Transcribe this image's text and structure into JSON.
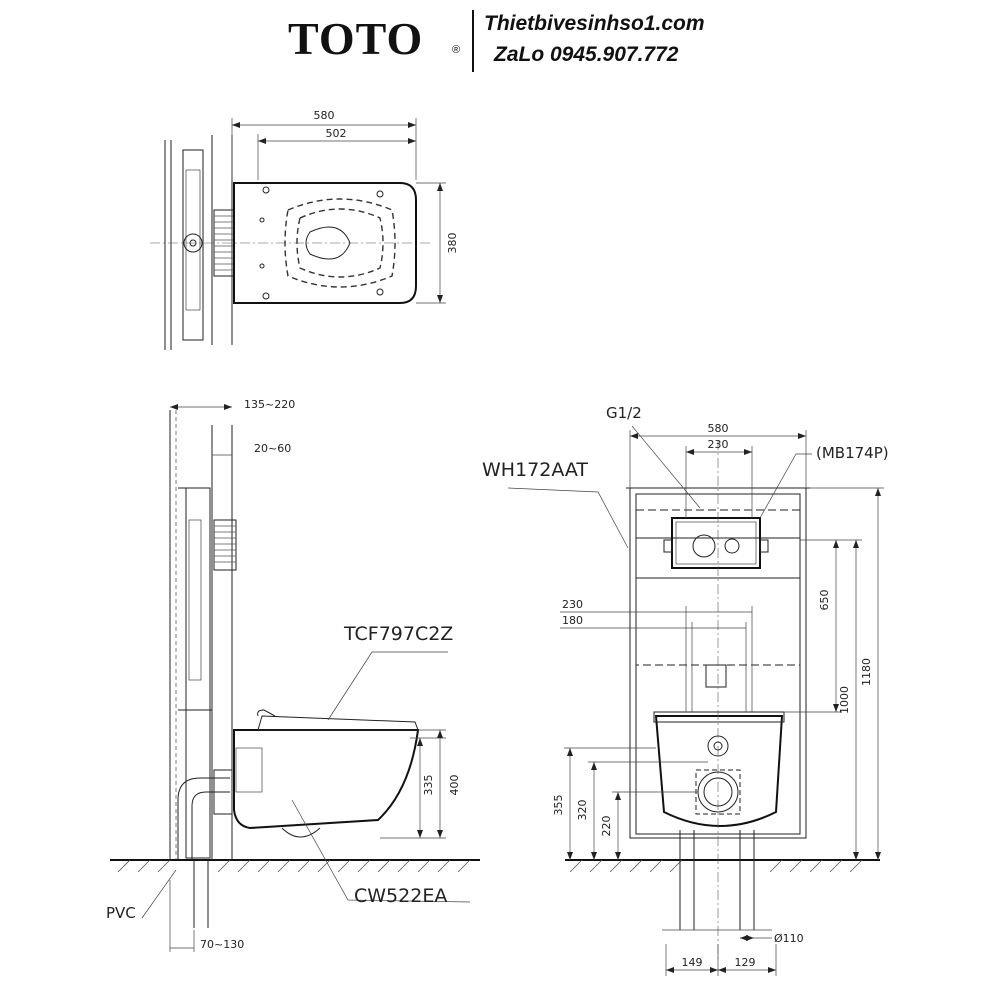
{
  "header": {
    "brand": "TOTO",
    "registered_mark": "®",
    "website": "Thietbivesinhso1.com",
    "contact": "ZaLo 0945.907.772"
  },
  "top_view": {
    "dim_overall_width": "580",
    "dim_bowl_length": "502",
    "dim_width": "380"
  },
  "side_view": {
    "dim_wall_depth": "135~220",
    "dim_panel_gap": "20~60",
    "dim_seat_height": "335",
    "dim_rim_height": "400",
    "dim_bottom": "70~130",
    "label_seat": "TCF797C2Z",
    "label_bowl": "CW522EA",
    "label_pipe": "PVC"
  },
  "front_view": {
    "label_inlet": "G1/2",
    "label_frame": "WH172AAT",
    "label_plate": "(MB174P)",
    "dim_top_width": "580",
    "dim_plate_width": "230",
    "dim_bolt_outer": "230",
    "dim_bolt_inner": "180",
    "dim_cistern": "650",
    "dim_frame_height": "1180",
    "dim_mount_height": "1000",
    "dim_355": "355",
    "dim_320": "320",
    "dim_220": "220",
    "dim_pipe": "Ø110",
    "dim_149": "149",
    "dim_129": "129"
  }
}
